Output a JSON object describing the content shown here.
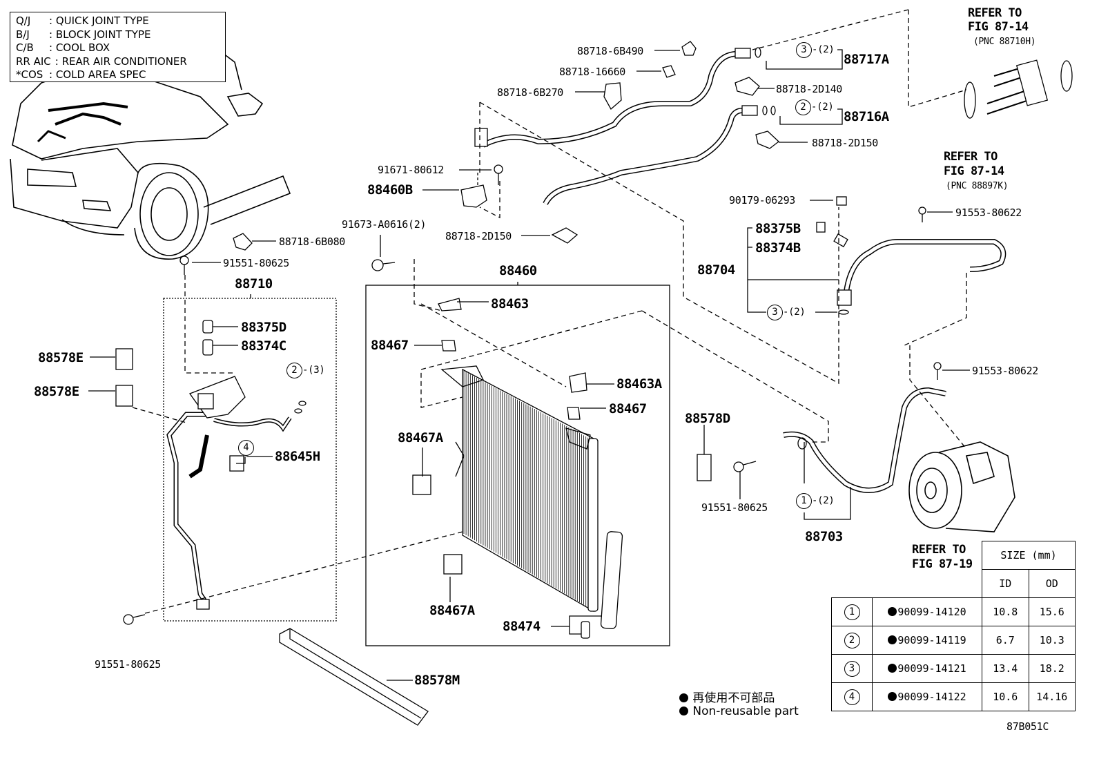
{
  "legend": [
    {
      "key": "Q/J",
      "text": ": QUICK JOINT TYPE"
    },
    {
      "key": "B/J",
      "text": ": BLOCK JOINT TYPE"
    },
    {
      "key": "C/B",
      "text": ": COOL BOX"
    },
    {
      "key": "RR AIC",
      "text": ": REAR AIR CONDITIONER"
    },
    {
      "key": "*COS",
      "text": ": COLD AREA SPEC"
    }
  ],
  "refs": {
    "ref1_line1": "REFER TO",
    "ref1_line2": "FIG 87-14",
    "ref1_line3": "(PNC 88710H)",
    "ref2_line1": "REFER TO",
    "ref2_line2": "FIG 87-14",
    "ref2_line3": "(PNC 88897K)",
    "ref3_line1": "REFER TO",
    "ref3_line2": "FIG 87-19"
  },
  "parts": {
    "p88718_6B490": "88718-6B490",
    "p88718_16660": "88718-16660",
    "p88718_6B270": "88718-6B270",
    "p88717A": "88717A",
    "p88716A": "88716A",
    "p88718_2D140": "88718-2D140",
    "p88718_2D150a": "88718-2D150",
    "p91671": "91671-80612",
    "p88460B": "88460B",
    "p91673": "91673-A0616(2)",
    "p88718_2D150b": "88718-2D150",
    "p88718_6B080": "88718-6B080",
    "p91551_a": "91551-80625",
    "p88710": "88710",
    "p88460": "88460",
    "p88463": "88463",
    "p88375D": "88375D",
    "p88374C": "88374C",
    "p88578E_a": "88578E",
    "p88578E_b": "88578E",
    "p88467_a": "88467",
    "p88463A": "88463A",
    "p88467_b": "88467",
    "p88467A_a": "88467A",
    "p88645H": "88645H",
    "p88467A_b": "88467A",
    "p88474": "88474",
    "p91551_b": "91551-80625",
    "p88578M": "88578M",
    "p90179": "90179-06293",
    "p88375B": "88375B",
    "p88374B": "88374B",
    "p88704": "88704",
    "p91553_a": "91553-80622",
    "p91553_b": "91553-80622",
    "p88578D": "88578D",
    "p91551_c": "91551-80625",
    "p88703": "88703",
    "qty_2": "-(2)",
    "qty_3": "-(3)",
    "n1": "1",
    "n2": "2",
    "n3": "3",
    "n4": "4"
  },
  "size_table": {
    "header": "SIZE (mm)",
    "col_id": "ID",
    "col_od": "OD",
    "rows": [
      {
        "no": "1",
        "part": "90099-14120",
        "id": "10.8",
        "od": "15.6"
      },
      {
        "no": "2",
        "part": "90099-14119",
        "id": "6.7",
        "od": "10.3"
      },
      {
        "no": "3",
        "part": "90099-14121",
        "id": "13.4",
        "od": "18.2"
      },
      {
        "no": "4",
        "part": "90099-14122",
        "id": "10.6",
        "od": "14.16"
      }
    ]
  },
  "notes": {
    "jp": "再使用不可部品",
    "en": "Non-reusable part"
  },
  "figure_code": "87B051C"
}
